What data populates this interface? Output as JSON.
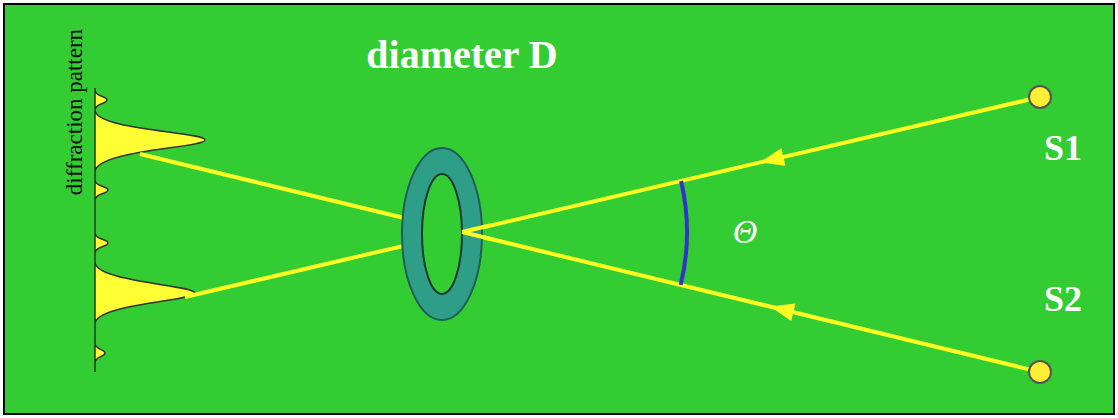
{
  "diagram": {
    "nodes": [
      {
        "text": [
          "S1"
        ]
      },
      {
        "text": [
          "S2"
        ]
      }
    ],
    "labels": [
      "diffraction pattern",
      "diameter D",
      "Θ"
    ]
  }
}
